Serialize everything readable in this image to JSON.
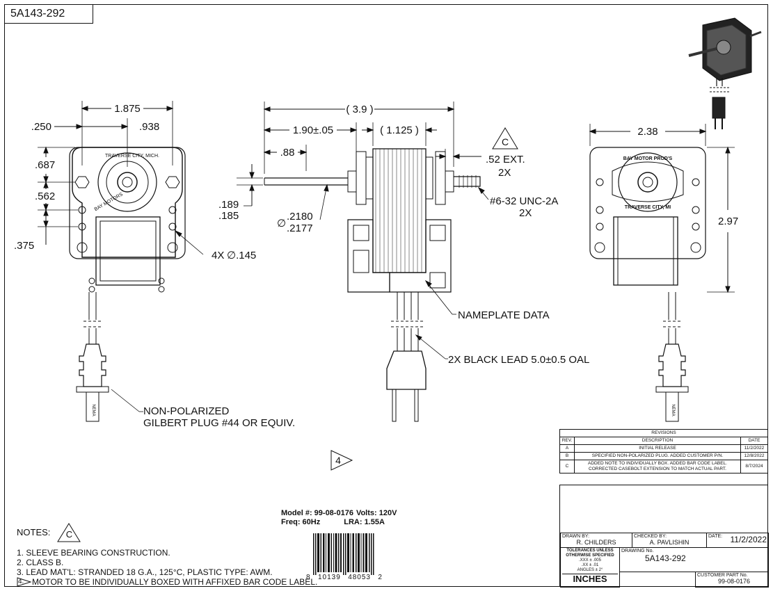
{
  "part_number": "5A143-292",
  "dimensions": {
    "d1875": "1.875",
    "d250": ".250",
    "d938": ".938",
    "d687": ".687",
    "d562": ".562",
    "d375": ".375",
    "holes": "4X",
    "holes_dia": "∅.145",
    "d39": "( 3.9 )",
    "d190": "1.90±.05",
    "d1125": "( 1.125 )",
    "d88": ".88",
    "d52": ".52 EXT.",
    "d52_qty": "2X",
    "d189": ".189",
    "d185": ".185",
    "shaft_dia_sym": "∅",
    "shaft_hi": ".2180",
    "shaft_lo": ".2177",
    "thread": "#6-32 UNC-2A",
    "thread_qty": "2X",
    "d238": "2.38",
    "d297": "2.97"
  },
  "callouts": {
    "nameplate": "NAMEPLATE DATA",
    "lead": "2X BLACK LEAD 5.0±0.5 OAL",
    "plug_line1": "NON-POLARIZED",
    "plug_line2": "GILBERT PLUG #44 OR EQUIV.",
    "rev_flag_c": "C",
    "note_flag_4": "4"
  },
  "motor_labels": {
    "front_top": "TRAVERSE CITY, MICH.",
    "front_bottom": "BAY MOTORS",
    "rear_top": "BAY MOTOR PROD'S",
    "rear_bottom": "TRAVERSE CITY, MI",
    "plug_mark": "NEMA"
  },
  "notes": {
    "title": "NOTES:",
    "flag": "C",
    "items": [
      "1. SLEEVE BEARING CONSTRUCTION.",
      "2. CLASS B.",
      "3. LEAD MAT'L: STRANDED 18 G.A., 125°C, PLASTIC TYPE: AWM.",
      "MOTOR TO BE INDIVIDUALLY BOXED WITH AFFIXED BAR CODE LABEL."
    ],
    "item4_flag": "4."
  },
  "model_label": {
    "model": "Model #: 99-08-0176",
    "volts": "Volts: 120V",
    "freq": "Freq: 60Hz",
    "lra": "LRA: 1.55A"
  },
  "barcode": {
    "d1": "8",
    "d2": "10139",
    "d3": "48053",
    "d4": "2"
  },
  "revisions": {
    "title": "REVISIONS",
    "headers": [
      "REV.",
      "DESCRIPTION",
      "DATE"
    ],
    "rows": [
      {
        "rev": "A",
        "desc": "INITIAL RELEASE",
        "date": "11/2/2022"
      },
      {
        "rev": "B",
        "desc": "SPECIFIED NON-POLARIZED PLUG. ADDED CUSTOMER P/N.",
        "date": "12/8/2022"
      },
      {
        "rev": "C",
        "desc": "ADDED NOTE TO INDIVIDUALLY BOX. ADDED BAR CODE LABEL. CORRECTED CASEBOLT EXTENSION TO MATCH ACTUAL PART.",
        "date": "8/7/2024"
      }
    ]
  },
  "title_block": {
    "drawn_by_label": "DRAWN BY:",
    "drawn_by": "R. CHILDERS",
    "checked_by_label": "CHECKED BY:",
    "checked_by": "A. PAVLISHIN",
    "date_label": "DATE:",
    "date": "11/2/2022",
    "tol_line1": "TOLERANCES UNLESS",
    "tol_line2": "OTHERWISE SPECIFIED",
    "tol_xxx": ".XXX ± .005",
    "tol_xx": ".XX ± .01",
    "tol_ang": "ANGLES ± 2°",
    "units": "INCHES",
    "drawing_no_label": "DRAWING No.",
    "drawing_no": "5A143-292",
    "customer_pn_label": "CUSTOMER PART No.",
    "customer_pn": "99-08-0176"
  }
}
